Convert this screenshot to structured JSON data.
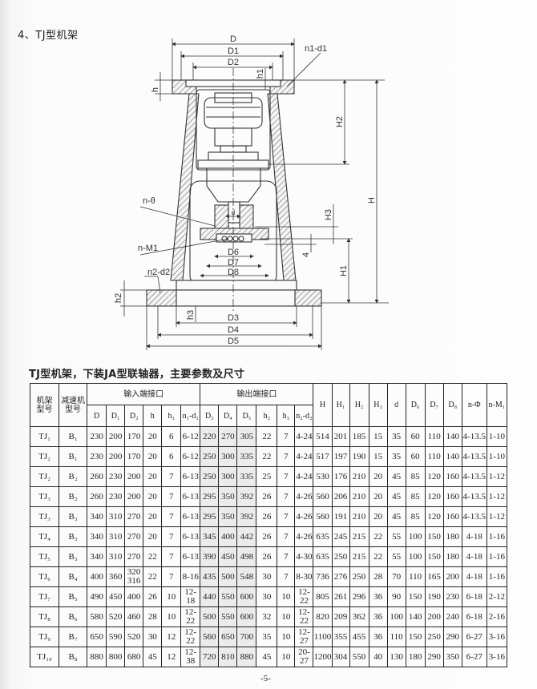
{
  "section_heading": "4、TJ型机架",
  "drawing_labels": {
    "D": "D",
    "D1": "D1",
    "D2": "D2",
    "n1_d1": "n1-d1",
    "h": "h",
    "h1": "h1",
    "H2": "H2",
    "H": "H",
    "n_theta": "n-θ",
    "d": "d",
    "H3": "H3",
    "n_M1": "n-M1",
    "four": "4",
    "D6": "D6",
    "D7": "D7",
    "D8": "D8",
    "H1": "H1",
    "n2_d2": "n2-d2",
    "h2": "h2",
    "h3": "h3",
    "D3": "D3",
    "D4": "D4",
    "D5": "D5"
  },
  "table_title": "TJ型机架，下装JA型联轴器，主要参数及尺寸",
  "table": {
    "headers": {
      "frame_model": "机架\n型号",
      "reducer_model": "减速机\n型号",
      "input_group": "输入端接口",
      "output_group": "输出端接口",
      "input_cols": [
        "D",
        "D₁",
        "D₂",
        "h",
        "h₁",
        "n₁-d₁"
      ],
      "output_cols": [
        "D₃",
        "D₄",
        "D₅",
        "h₂",
        "h₃",
        "n₂-d₂"
      ],
      "other_cols": [
        "H",
        "H₁",
        "H₂",
        "H₃",
        "d",
        "D₆",
        "D₇",
        "D₈",
        "n-Φ",
        "n-M₁"
      ]
    },
    "rows": [
      [
        "TJ₁",
        "B₁",
        "230",
        "200",
        "170",
        "20",
        "6",
        "6-12",
        "220",
        "270",
        "305",
        "22",
        "7",
        "4-24",
        "514",
        "201",
        "185",
        "15",
        "35",
        "60",
        "110",
        "140",
        "4-13.5",
        "1-10"
      ],
      [
        "TJ₂",
        "B₁",
        "230",
        "200",
        "170",
        "20",
        "6",
        "6-12",
        "250",
        "300",
        "335",
        "22",
        "7",
        "4-24",
        "517",
        "197",
        "190",
        "15",
        "35",
        "60",
        "110",
        "140",
        "4-13.5",
        "1-10"
      ],
      [
        "TJ₂",
        "B₂",
        "260",
        "230",
        "200",
        "20",
        "7",
        "6-13",
        "250",
        "300",
        "335",
        "25",
        "7",
        "4-24",
        "530",
        "176",
        "210",
        "20",
        "45",
        "85",
        "120",
        "160",
        "4-13.5",
        "1-12"
      ],
      [
        "TJ₃",
        "B₂",
        "260",
        "230",
        "200",
        "20",
        "7",
        "6-13",
        "295",
        "350",
        "392",
        "26",
        "7",
        "4-26",
        "560",
        "206",
        "210",
        "20",
        "45",
        "85",
        "120",
        "160",
        "4-13.5",
        "1-12"
      ],
      [
        "TJ₃",
        "B₃",
        "340",
        "310",
        "270",
        "20",
        "7",
        "6-13",
        "295",
        "350",
        "392",
        "26",
        "7",
        "4-26",
        "560",
        "191",
        "210",
        "20",
        "45",
        "85",
        "120",
        "160",
        "4-13.5",
        "1-12"
      ],
      [
        "TJ₄",
        "B₃",
        "340",
        "310",
        "270",
        "20",
        "7",
        "6-13",
        "345",
        "400",
        "442",
        "26",
        "7",
        "4-26",
        "635",
        "245",
        "215",
        "22",
        "55",
        "100",
        "150",
        "180",
        "4-18",
        "1-16"
      ],
      [
        "TJ₅",
        "B₃",
        "340",
        "310",
        "270",
        "22",
        "7",
        "6-13",
        "390",
        "450",
        "498",
        "26",
        "7",
        "4-30",
        "635",
        "250",
        "215",
        "22",
        "55",
        "100",
        "150",
        "180",
        "4-18",
        "1-16"
      ],
      [
        "TJ₆",
        "B₄",
        "400",
        "360",
        "320\n316",
        "22",
        "7",
        "8-16",
        "435",
        "500",
        "548",
        "30",
        "7",
        "8-30",
        "736",
        "276",
        "250",
        "28",
        "70",
        "110",
        "165",
        "200",
        "4-18",
        "1-16"
      ],
      [
        "TJ₇",
        "B₅",
        "490",
        "450",
        "400",
        "26",
        "10",
        "12-18",
        "440",
        "550",
        "600",
        "30",
        "10",
        "12-22",
        "805",
        "261",
        "296",
        "36",
        "90",
        "150",
        "190",
        "230",
        "6-18",
        "2-12"
      ],
      [
        "TJ₈",
        "B₆",
        "580",
        "520",
        "460",
        "28",
        "10",
        "12-22",
        "500",
        "550",
        "600",
        "32",
        "10",
        "12-22",
        "820",
        "209",
        "362",
        "36",
        "100",
        "140",
        "200",
        "240",
        "6-18",
        "2-16"
      ],
      [
        "TJ₉",
        "B₇",
        "650",
        "590",
        "520",
        "30",
        "12",
        "12-22",
        "560",
        "650",
        "700",
        "35",
        "10",
        "12-27",
        "1100",
        "355",
        "455",
        "36",
        "110",
        "150",
        "250",
        "290",
        "6-27",
        "3-16"
      ],
      [
        "TJ₁₀",
        "B₈",
        "880",
        "800",
        "680",
        "45",
        "12",
        "12-38",
        "720",
        "810",
        "880",
        "45",
        "10",
        "20-27",
        "1200",
        "304",
        "550",
        "40",
        "130",
        "180",
        "290",
        "350",
        "6-27",
        "3-16"
      ]
    ]
  },
  "page_number": "-5-"
}
